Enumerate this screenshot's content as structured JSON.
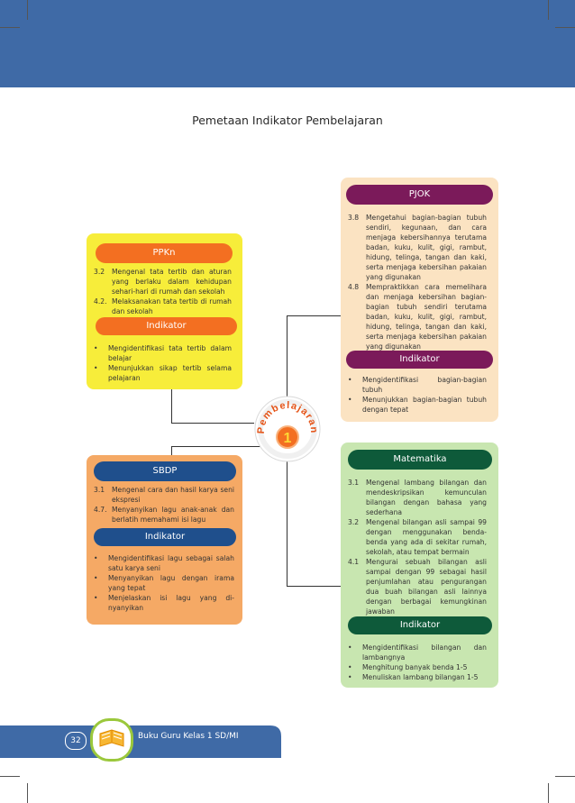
{
  "page_title": "Pemetaan Indikator Pembelajaran",
  "center_badge": {
    "label": "Pembelajaran",
    "number": "1"
  },
  "colors": {
    "band": "#3f6aa6",
    "ppkn": "#f36f21",
    "pjok": "#7b1a5a",
    "sbdp": "#1f4f8c",
    "matematika": "#0e5a3a"
  },
  "ppkn": {
    "title": "PPKn",
    "competencies": [
      {
        "num": "3.2",
        "text": "Mengenal tata tertib dan aturan yang berlaku dalam kehidupan sehari-hari di rumah dan sekolah"
      },
      {
        "num": "4.2.",
        "text": "Melaksanakan tata tertib di rumah dan sekolah"
      }
    ],
    "indicator_label": "Indikator",
    "indicators": [
      "Mengidentifikasi tata tertib dalam belajar",
      "Menunjukkan sikap tertib selama pelajaran"
    ]
  },
  "pjok": {
    "title": "PJOK",
    "competencies": [
      {
        "num": "3.8",
        "text": "Mengetahui bagian-bagian tubuh sendiri, kegunaan, dan cara menjaga kebersihannya terutama badan, kuku, kulit, gigi, rambut, hidung, telinga, tangan dan kaki, serta menjaga kebersihan pakaian yang digunakan"
      },
      {
        "num": "4.8",
        "text": "Mempraktikkan cara memelihara dan menjaga kebersihan bagian-bagian tubuh sendiri terutama badan, kuku, kulit, gigi, rambut, hidung, telinga, tangan dan kaki, serta menjaga kebersihan pakaian yang digunakan"
      }
    ],
    "indicator_label": "Indikator",
    "indicators": [
      "Mengidentifikasi bagian-bagian tubuh",
      "Menunjukkan bagian-bagian tubuh dengan tepat"
    ]
  },
  "sbdp": {
    "title": "SBDP",
    "competencies": [
      {
        "num": "3.1",
        "text": "Mengenal cara dan hasil karya seni ekspresi"
      },
      {
        "num": "4.7.",
        "text": "Menyanyikan lagu anak-anak dan berlatih memahami isi lagu"
      }
    ],
    "indicator_label": "Indikator",
    "indicators": [
      "Mengidentifikasi lagu sebagai salah satu karya seni",
      "Menyanyikan lagu dengan irama yang tepat",
      "Menjelaskan isi lagu yang di-nyanyikan"
    ]
  },
  "matematika": {
    "title": "Matematika",
    "competencies": [
      {
        "num": "3.1",
        "text": "Mengenal lambang bilangan dan mendeskripsikan kemunculan bilangan dengan bahasa yang sederhana"
      },
      {
        "num": "3.2",
        "text": "Mengenal bilangan asli sampai 99 dengan menggunakan benda-benda yang ada di sekitar rumah, sekolah, atau tempat bermain"
      },
      {
        "num": "4.1",
        "text": "Mengurai sebuah bilangan asli sampai dengan 99 sebagai hasil penjumlahan atau pengurangan dua buah bilangan asli lainnya dengan berbagai kemungkinan jawaban"
      }
    ],
    "indicator_label": "Indikator",
    "indicators": [
      "Mengidentifikasi bilangan dan lambangnya",
      "Menghitung banyak benda 1-5",
      "Menuliskan lambang bilangan 1-5"
    ]
  },
  "footer": {
    "page_number": "32",
    "book_title": "Buku Guru Kelas 1 SD/MI"
  }
}
